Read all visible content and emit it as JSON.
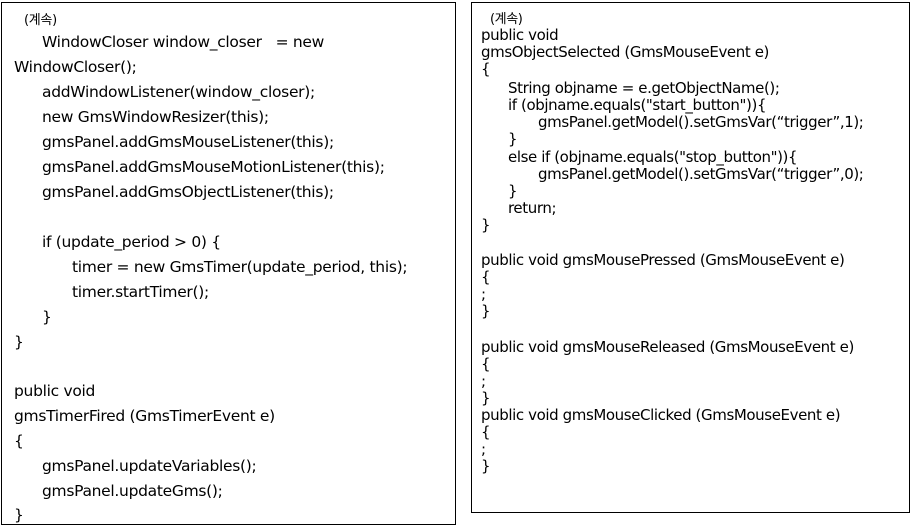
{
  "left_panel": {
    "continued_label": "(계속)",
    "lines": [
      "WindowCloser window_closer   = new",
      "WindowCloser();",
      "addWindowListener(window_closer);",
      "new GmsWindowResizer(this);",
      "gmsPanel.addGmsMouseListener(this);",
      "gmsPanel.addGmsMouseMotionListener(this);",
      "gmsPanel.addGmsObjectListener(this);",
      "if (update_period > 0) {",
      "timer = new GmsTimer(update_period, this);",
      "timer.startTimer();",
      "}",
      "}",
      "public void",
      "gmsTimerFired (GmsTimerEvent e)",
      "{",
      "gmsPanel.updateVariables();",
      "gmsPanel.updateGms();",
      "}"
    ]
  },
  "right_panel": {
    "continued_label": "(계속)",
    "lines": [
      "public void",
      "gmsObjectSelected (GmsMouseEvent e)",
      "{",
      "String objname = e.getObjectName();",
      "if (objname.equals(\"start_button\")){",
      "gmsPanel.getModel().setGmsVar(“trigger”,1);",
      "}",
      "else if (objname.equals(\"stop_button\")){",
      "gmsPanel.getModel().setGmsVar(“trigger”,0);",
      "}",
      "return;",
      "}",
      "public void gmsMousePressed (GmsMouseEvent e)",
      "{",
      ";",
      "}",
      "public void gmsMouseReleased (GmsMouseEvent e)",
      "{",
      ";",
      "}",
      "public void gmsMouseClicked (GmsMouseEvent e)",
      "{",
      ";",
      "}"
    ]
  }
}
